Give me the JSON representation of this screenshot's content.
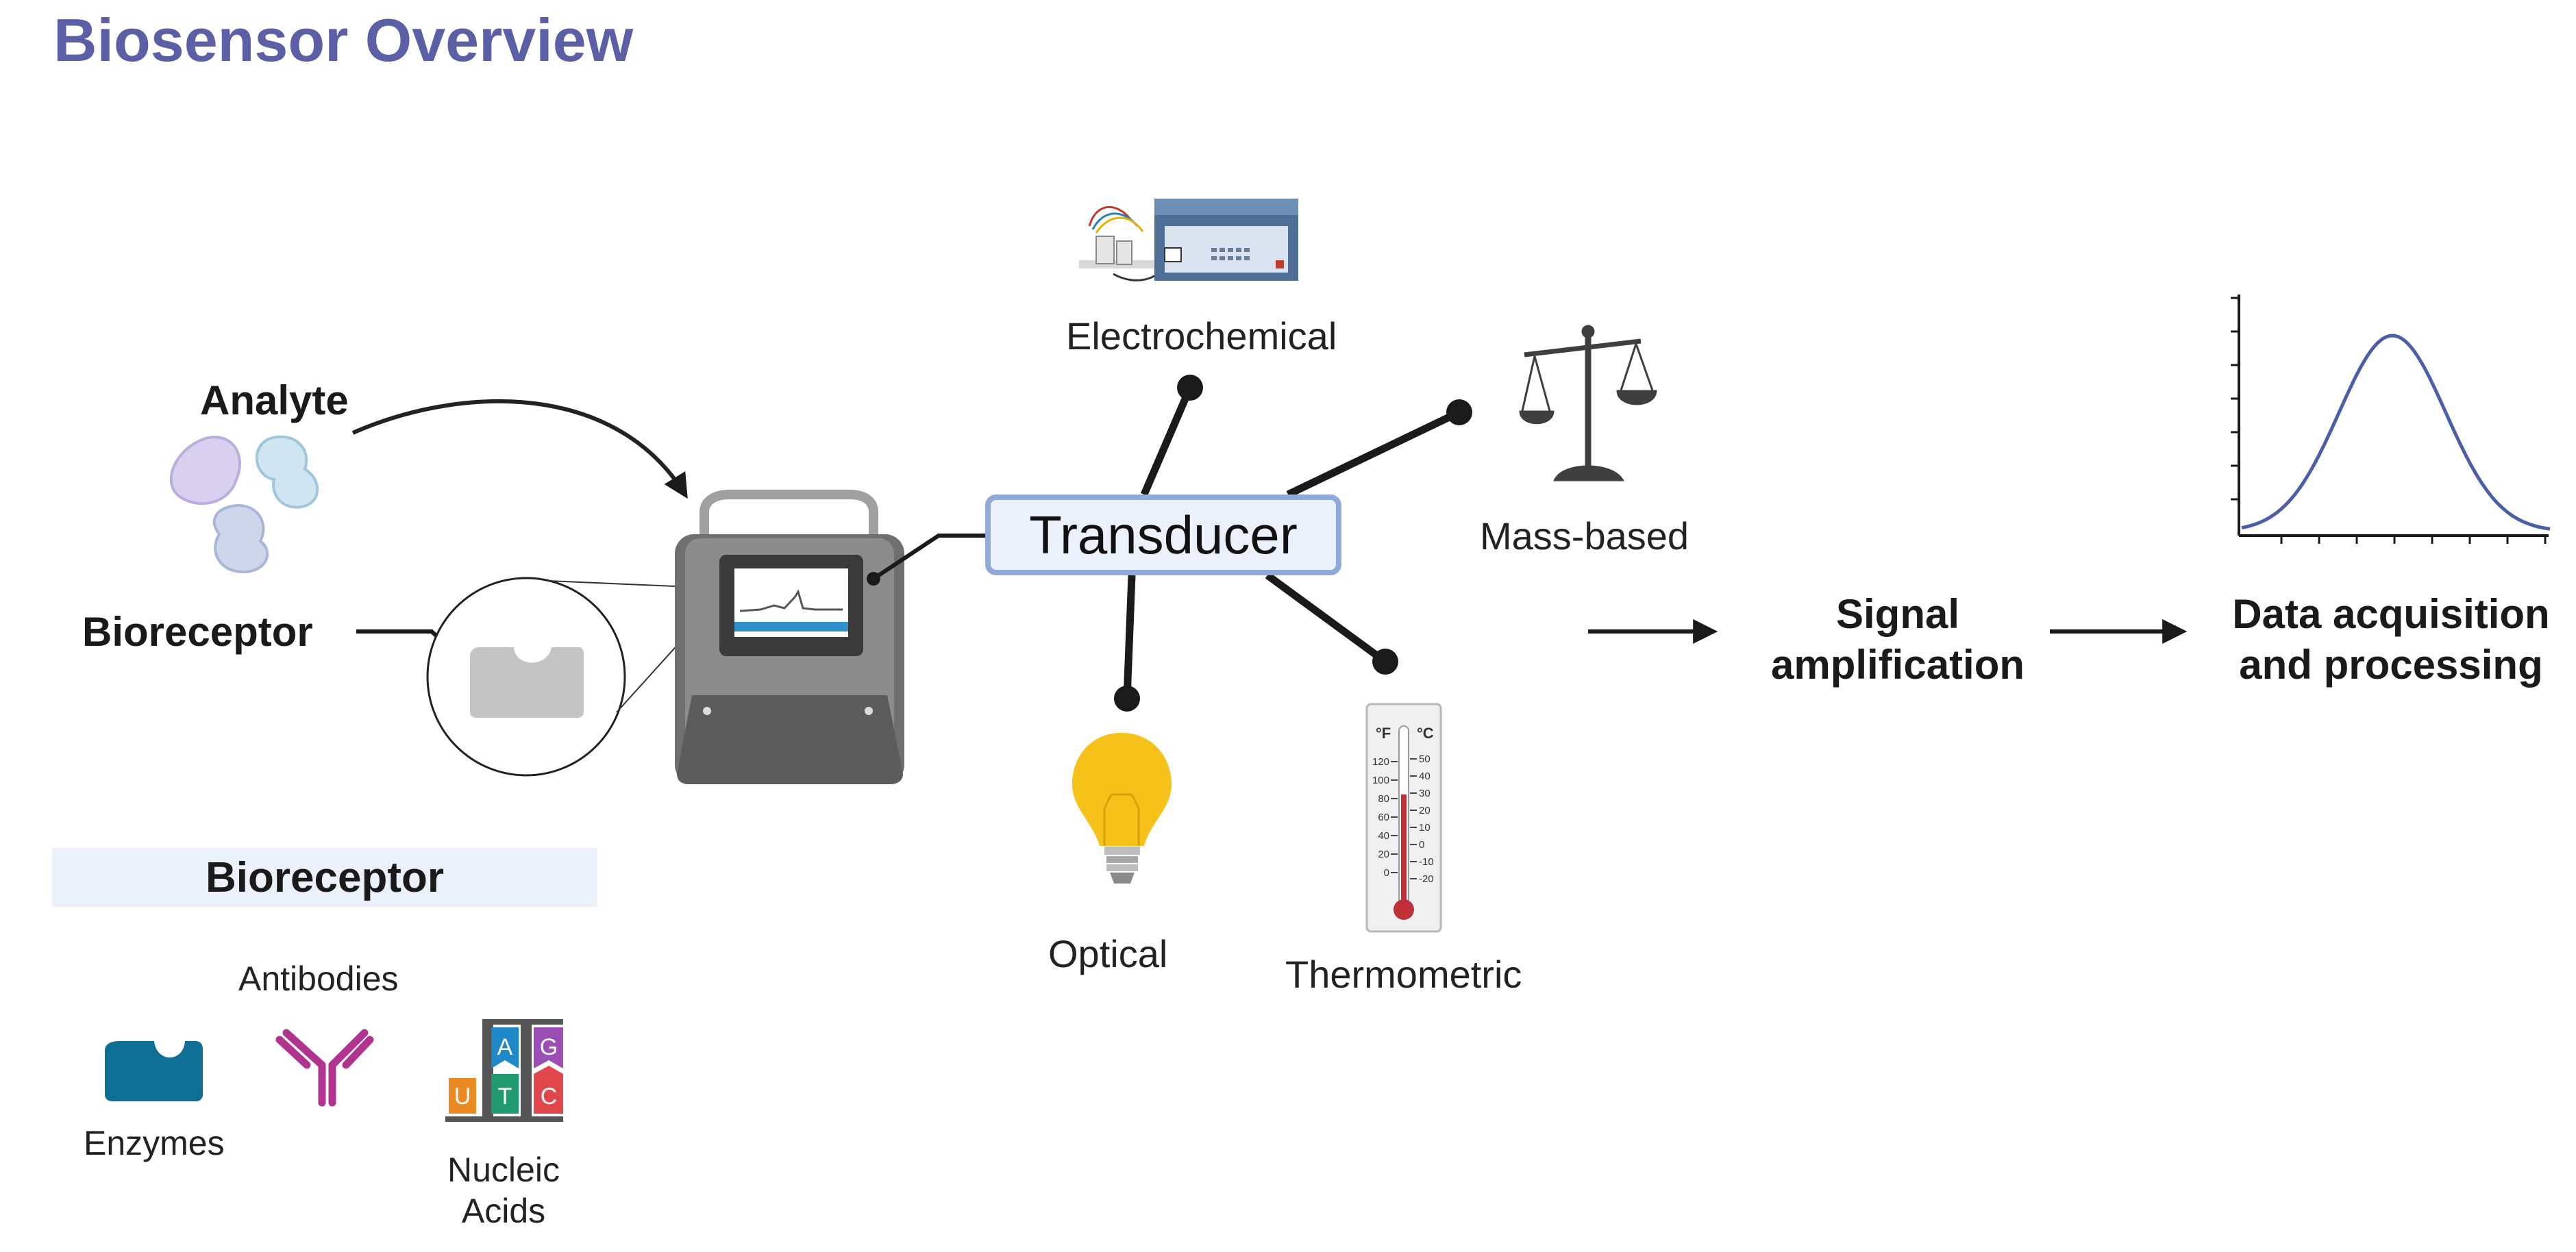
{
  "title": "Biosensor Overview",
  "labels": {
    "analyte": "Analyte",
    "bioreceptor": "Bioreceptor",
    "transducer": "Transducer",
    "electrochemical": "Electrochemical",
    "mass_based": "Mass-based",
    "optical": "Optical",
    "thermometric": "Thermometric",
    "signal_amplification_1": "Signal",
    "signal_amplification_2": "amplification",
    "data_acquisition_1": "Data acquisition",
    "data_acquisition_2": "and processing"
  },
  "bioreceptor_panel": {
    "heading": "Bioreceptor",
    "antibodies": "Antibodies",
    "enzymes": "Enzymes",
    "nucleic_1": "Nucleic",
    "nucleic_2": "Acids",
    "nucleotides": [
      "U",
      "T",
      "A",
      "C",
      "G"
    ]
  },
  "thermometer": {
    "f_unit": "°F",
    "c_unit": "°C",
    "f_ticks": [
      "120",
      "100",
      "80",
      "60",
      "40",
      "20",
      "0"
    ],
    "c_ticks": [
      "50",
      "40",
      "30",
      "20",
      "10",
      "0",
      "-10",
      "-20"
    ]
  },
  "colors": {
    "title": "#5a5fa6",
    "transducer_fill": "#eaf1fb",
    "transducer_border": "#8fa9d8",
    "enzyme": "#0e6e94",
    "antibody": "#b0338f",
    "bulb": "#f6c21a",
    "curve": "#4a5fa8"
  }
}
